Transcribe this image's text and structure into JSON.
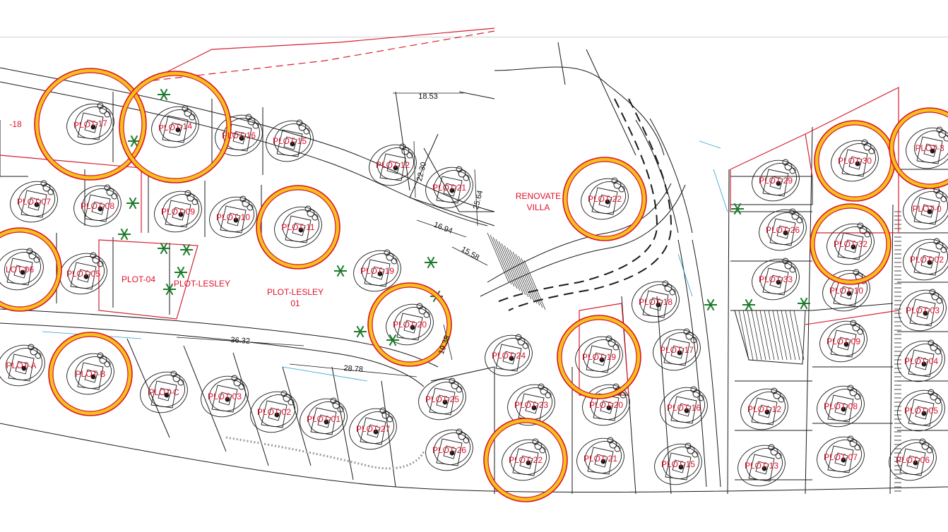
{
  "colors": {
    "plot_label": "#e0102a",
    "highlight_outer": "#e0102a",
    "highlight_inner": "#f3c21a",
    "linework": "#1a1a1a",
    "boundary": "#d42030",
    "palm": "#1c7a2a",
    "water": "#2a9fd0"
  },
  "icons": [
    "palm-tree-icon",
    "pool-shape-icon"
  ],
  "plots": [
    {
      "id": "p17",
      "label": "PLOT-17",
      "highlighted": true
    },
    {
      "id": "p14",
      "label": "PLOT-14",
      "highlighted": true
    },
    {
      "id": "p16",
      "label": "PLOT-16",
      "highlighted": false
    },
    {
      "id": "p15",
      "label": "PLOT-15",
      "highlighted": false
    },
    {
      "id": "p12",
      "label": "PLOT-12",
      "highlighted": false
    },
    {
      "id": "p21a",
      "label": "PLOT-21",
      "highlighted": false
    },
    {
      "id": "villa",
      "label": "RENOVATE VILLA",
      "highlighted": false
    },
    {
      "id": "p22a",
      "label": "PLOT-22",
      "highlighted": true
    },
    {
      "id": "p07",
      "label": "PLOT-07",
      "highlighted": false
    },
    {
      "id": "p08",
      "label": "PLOT-08",
      "highlighted": false
    },
    {
      "id": "p09",
      "label": "PLOT-09",
      "highlighted": false
    },
    {
      "id": "p10",
      "label": "PLOT-10",
      "highlighted": false
    },
    {
      "id": "p11",
      "label": "PLOT-11",
      "highlighted": true
    },
    {
      "id": "p06",
      "label": "LOT-06",
      "highlighted": true
    },
    {
      "id": "p05",
      "label": "PLOT-05",
      "highlighted": false
    },
    {
      "id": "p04",
      "label": "PLOT-04",
      "highlighted": false
    },
    {
      "id": "plesley",
      "label": "PLOT-LESLEY",
      "highlighted": false
    },
    {
      "id": "plesley01",
      "label": "PLOT-LESLEY 01",
      "highlighted": false
    },
    {
      "id": "p19",
      "label": "PLOT-19",
      "highlighted": false
    },
    {
      "id": "p20a",
      "label": "PLOT-20",
      "highlighted": true
    },
    {
      "id": "pA",
      "label": "PLOT-A",
      "highlighted": false
    },
    {
      "id": "pB",
      "label": "PLOT-B",
      "highlighted": true
    },
    {
      "id": "pC",
      "label": "PLOT-C",
      "highlighted": false
    },
    {
      "id": "p03",
      "label": "PLOT-03",
      "highlighted": false
    },
    {
      "id": "p02",
      "label": "PLOT-02",
      "highlighted": false
    },
    {
      "id": "p01",
      "label": "PLOT-01",
      "highlighted": false
    },
    {
      "id": "p27",
      "label": "PLOT-27",
      "highlighted": false
    },
    {
      "id": "p24",
      "label": "PLOT-24",
      "highlighted": false
    },
    {
      "id": "p25",
      "label": "PLOT-25",
      "highlighted": false
    },
    {
      "id": "p23",
      "label": "PLOT-23",
      "highlighted": false
    },
    {
      "id": "p26",
      "label": "PLOT-26",
      "highlighted": false
    },
    {
      "id": "p22b",
      "label": "PLOT-22",
      "highlighted": true
    },
    {
      "id": "p19b",
      "label": "PLOT-19",
      "highlighted": true
    },
    {
      "id": "p20b",
      "label": "PLOT-20",
      "highlighted": false
    },
    {
      "id": "p21b",
      "label": "PLOT-21",
      "highlighted": false
    },
    {
      "id": "p18",
      "label": "PLOT-18",
      "highlighted": false
    },
    {
      "id": "p17b",
      "label": "PLOT-17",
      "highlighted": false
    },
    {
      "id": "p16b",
      "label": "PLOT-16",
      "highlighted": false
    },
    {
      "id": "p15b",
      "label": "PLOT-15",
      "highlighted": false
    },
    {
      "id": "p29",
      "label": "PLOT-29",
      "highlighted": false
    },
    {
      "id": "p30",
      "label": "PLOT-30",
      "highlighted": true
    },
    {
      "id": "p3x",
      "label": "PLOT-3",
      "highlighted": true
    },
    {
      "id": "p26b",
      "label": "PLOT-26",
      "highlighted": false
    },
    {
      "id": "p32",
      "label": "PLOT-32",
      "highlighted": true
    },
    {
      "id": "p33",
      "label": "PLOT-33",
      "highlighted": false
    },
    {
      "id": "p10b",
      "label": "PLOT-10",
      "highlighted": false
    },
    {
      "id": "p09b",
      "label": "PLOT-09",
      "highlighted": false
    },
    {
      "id": "p12b",
      "label": "PLOT-12",
      "highlighted": false
    },
    {
      "id": "p08b",
      "label": "PLOT-08",
      "highlighted": false
    },
    {
      "id": "p13",
      "label": "PLOT-13",
      "highlighted": false
    },
    {
      "id": "p07b",
      "label": "PLOT-07",
      "highlighted": false
    },
    {
      "id": "p0r1",
      "label": "PLOT-0",
      "highlighted": false
    },
    {
      "id": "p02r",
      "label": "PLOT-02",
      "highlighted": false
    },
    {
      "id": "p03r",
      "label": "PLOT-03",
      "highlighted": false
    },
    {
      "id": "p04r",
      "label": "PLOT-04",
      "highlighted": false
    },
    {
      "id": "p05r",
      "label": "PLOT-05",
      "highlighted": false
    },
    {
      "id": "p06r",
      "label": "PLOT-06",
      "highlighted": false
    },
    {
      "id": "p18l",
      "label": "-18",
      "highlighted": false
    }
  ],
  "dimensions": [
    {
      "id": "d1",
      "label": "18.53"
    },
    {
      "id": "d2",
      "label": "22.30"
    },
    {
      "id": "d3",
      "label": "25.64"
    },
    {
      "id": "d4",
      "label": "16.94"
    },
    {
      "id": "d5",
      "label": "15.58"
    },
    {
      "id": "d6",
      "label": "36.32"
    },
    {
      "id": "d7",
      "label": "28.78"
    },
    {
      "id": "d8",
      "label": "19.35"
    }
  ]
}
